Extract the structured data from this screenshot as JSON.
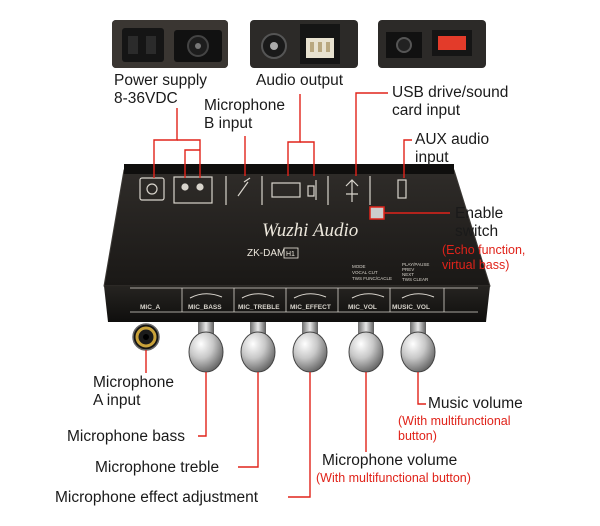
{
  "callouts": {
    "power_supply": [
      "Power supply",
      "8-36VDC"
    ],
    "audio_output": "Audio output",
    "mic_b": [
      "Microphone",
      "B input"
    ],
    "usb": [
      "USB drive/sound",
      "card input"
    ],
    "aux": [
      "AUX audio",
      "input"
    ],
    "enable": [
      "Enable",
      "switch"
    ],
    "enable_note": [
      "(Echo function,",
      "virtual bass)"
    ],
    "mic_a": [
      "Microphone",
      "A input"
    ],
    "mic_bass": "Microphone bass",
    "mic_treble": "Microphone treble",
    "mic_effect": "Microphone effect adjustment",
    "mic_volume": "Microphone volume",
    "mic_volume_note": "(With multifunctional button)",
    "music_volume": "Music volume",
    "music_volume_note": [
      "(With multifunctional",
      "button)"
    ]
  },
  "device": {
    "brand": "Wuzhi Audio",
    "model": "ZK-DAM",
    "model_badge": "H1",
    "panel_labels": [
      "MIC_A",
      "MIC_BASS",
      "MIC_TREBLE",
      "MIC_EFFECT",
      "MIC_VOL",
      "MUSIC_VOL"
    ],
    "mic_vol_modes": [
      "MODE",
      "VOCAL CUT",
      "TWS FUNC/CACLE"
    ],
    "music_vol_modes": [
      "PLAY/PAUSE",
      "PREV",
      "NEXT",
      "TWS CLEAR"
    ]
  },
  "colors": {
    "callout": "#e0231a",
    "device": "#1f1d1b",
    "panel_print": "#d8d4cc"
  }
}
